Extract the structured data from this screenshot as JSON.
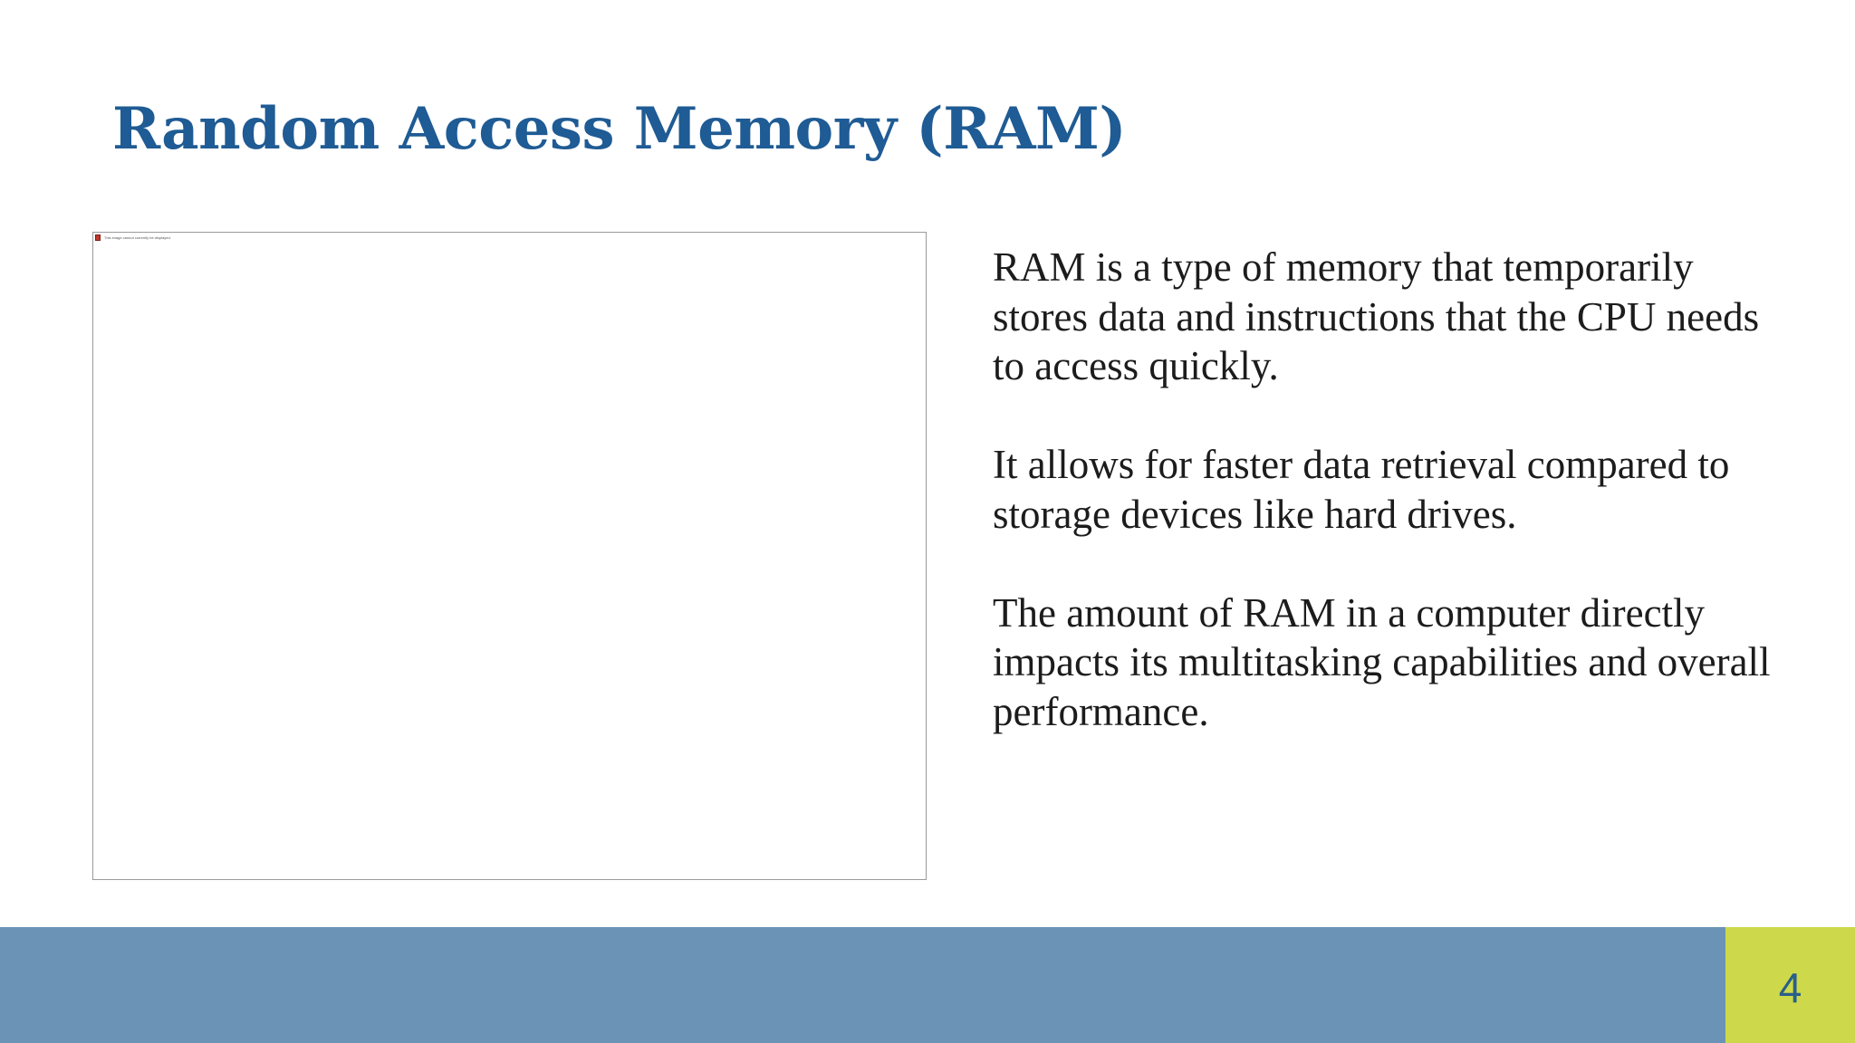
{
  "slide": {
    "title": "Random Access Memory (RAM)",
    "image": {
      "broken_message": "This image cannot currently be displayed."
    },
    "paragraphs": [
      "RAM is a type of memory that temporarily stores data and instructions that the CPU needs to access quickly.",
      "It allows for faster data retrieval compared to storage devices like hard drives.",
      "The amount of RAM in a computer directly impacts its multitasking capabilities and overall performance."
    ],
    "page_number": "4"
  },
  "colors": {
    "title": "#1f5b94",
    "footer_bar": "#6b93b5",
    "page_box": "#cdd94a",
    "page_number": "#2a5f8a",
    "body_text": "#1c1c1c"
  }
}
